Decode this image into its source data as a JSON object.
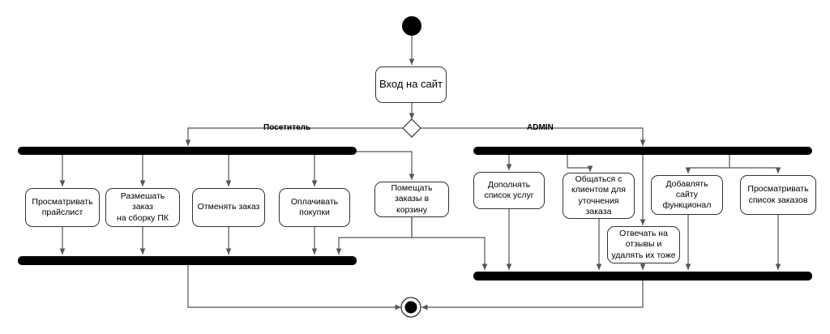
{
  "nodes": {
    "login": "Вход на сайт",
    "view_price": "Просматривать\nпрайслист",
    "place_order": "Размешать заказ\nна сборку ПК",
    "cancel_order": "Отменять заказ",
    "pay": "Оплачивать\nпокупки",
    "add_to_cart": "Помещать\nзаказы в корзину",
    "extend_services": "Дополнять\nсписок услуг",
    "chat_client": "Общаться с\nклиентом для\nуточнения\nзаказа",
    "add_features": "Добавлять сайту\nфункционал",
    "view_orders": "Просматривать\nсписок заказов",
    "answer_reviews": "Отвечать на\nотзывы и\nудалять их тоже"
  },
  "guards": {
    "visitor": "Посетитель",
    "admin": "ADMIN"
  },
  "colors": {
    "line": "#555555",
    "bar": "#000000",
    "node_border": "#333333"
  }
}
